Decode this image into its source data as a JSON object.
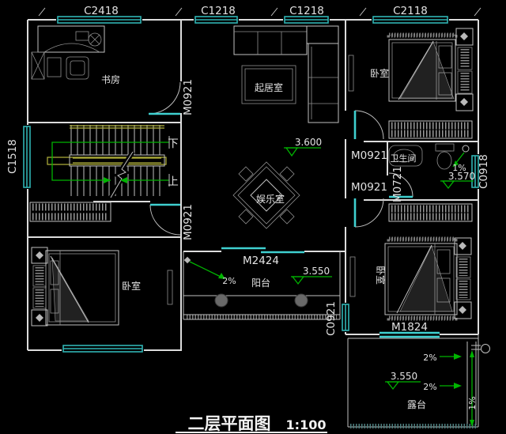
{
  "title": {
    "text": "二层平面图",
    "scale": "1:100"
  },
  "rooms": {
    "study": "书房",
    "living_room": "起居室",
    "game_room": "娱乐室",
    "bedroom_top_right": "卧室",
    "bedroom_bottom_left": "卧室",
    "bedroom_bottom_right": "卧室",
    "bathroom": "卫生间",
    "balcony": "阳台",
    "terrace": "露台"
  },
  "stairs": {
    "down": "下",
    "up": "上"
  },
  "windows": {
    "c2418": "C2418",
    "c1218_left": "C1218",
    "c1218_right": "C1218",
    "c2118": "C2118",
    "c1518": "C1518",
    "c0918": "C0918",
    "c0921": "C0921"
  },
  "doors": {
    "study": "M0921",
    "stair_hall": "M0921",
    "bedroom_top_right": "M0921",
    "bedroom_bottom_right": "M0921",
    "bathroom": "M0721",
    "balcony": "M2424",
    "terrace": "M1824"
  },
  "elevations": {
    "game_room": "3.600",
    "bathroom": "3.570",
    "balcony": "3.550",
    "terrace": "3.550"
  },
  "slopes": {
    "bathroom": "1%",
    "balcony": "2%",
    "terrace_upper": "2%",
    "terrace_lower": "2%",
    "terrace_drain": "1%"
  },
  "colors": {
    "background": "#000000",
    "wall": "#dcdcdc",
    "window_door_cyan": "#2fb3b3",
    "annotation_green": "#00b400",
    "stair_yellow": "#b4b43c",
    "column_gray": "#696969",
    "text": "#e2e2e2"
  }
}
